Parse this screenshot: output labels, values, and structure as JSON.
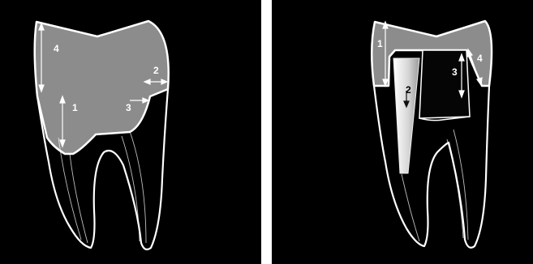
{
  "colors": {
    "background": "#000000",
    "outline": "#ffffff",
    "restoration": "#8c8c8c",
    "post": "#cfcfcf",
    "separator": "#ffffff"
  },
  "left_panel": {
    "labels": {
      "l1": "1",
      "l2": "2",
      "l3": "3",
      "l4": "4"
    }
  },
  "right_panel": {
    "labels": {
      "l1": "1",
      "l2": "2",
      "l3": "3",
      "l4": "4"
    }
  }
}
